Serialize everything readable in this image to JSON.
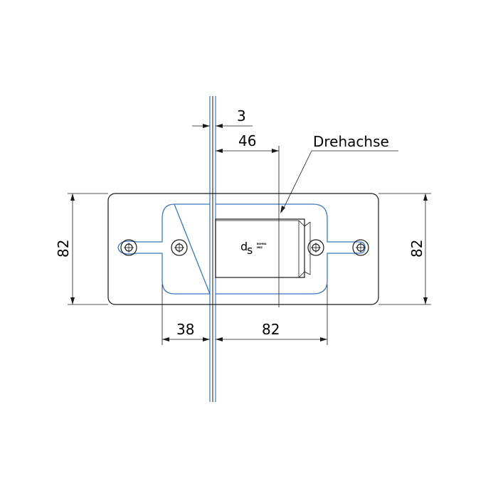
{
  "dimensions": {
    "glass_gap": "3",
    "axis_offset": "46",
    "height_left": "82",
    "height_right": "82",
    "left_width": "38",
    "right_width": "82"
  },
  "label": {
    "rotation_axis": "Drehachse"
  },
  "logo": {
    "line1": "BOHMA",
    "line2": "MBZ"
  },
  "colors": {
    "line": "#1a1a1a",
    "outline_blue": "#3a78c2",
    "glass_blue": "#3a78c2"
  }
}
